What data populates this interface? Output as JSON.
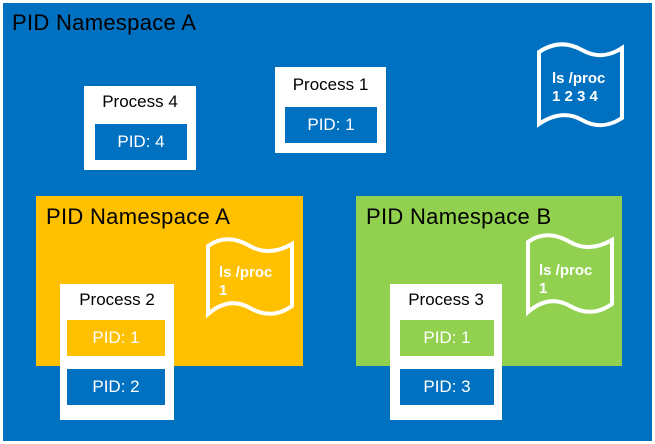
{
  "outer_namespace": {
    "title": "PID Namespace  A"
  },
  "outer_flag": {
    "line1": "ls /proc",
    "line2": "1 2 3 4"
  },
  "process4": {
    "label": "Process 4",
    "pid": "PID: 4"
  },
  "process1": {
    "label": "Process 1",
    "pid": "PID: 1"
  },
  "namespace_a": {
    "title": "PID Namespace  A",
    "flag": {
      "line1": "ls /proc",
      "line2": "1"
    },
    "process": {
      "label": "Process 2",
      "inner_pid": "PID: 1",
      "outer_pid": "PID: 2"
    }
  },
  "namespace_b": {
    "title": "PID Namespace  B",
    "flag": {
      "line1": "ls /proc",
      "line2": "1"
    },
    "process": {
      "label": "Process 3",
      "inner_pid": "PID: 1",
      "outer_pid": "PID: 3"
    }
  },
  "colors": {
    "outer_blue": "#0070c0",
    "namespace_a_yellow": "#ffc000",
    "namespace_b_green": "#92d050",
    "white": "#ffffff"
  }
}
